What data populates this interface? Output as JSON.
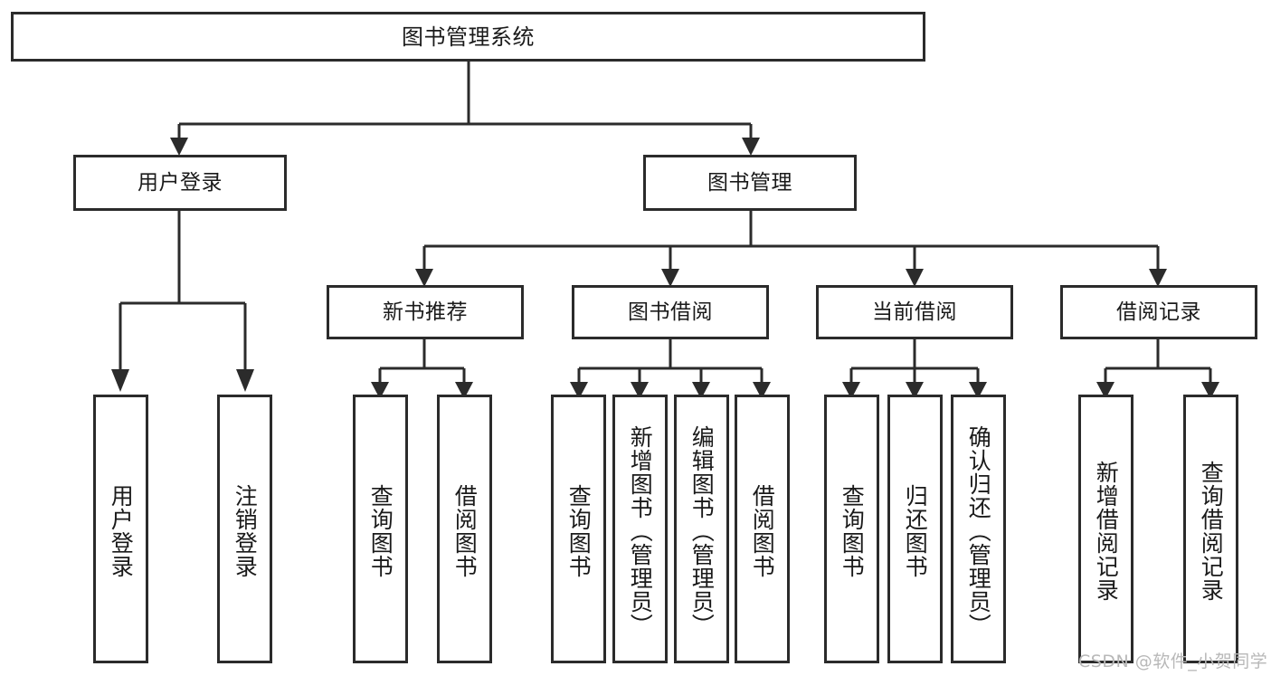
{
  "diagram": {
    "title": "图书管理系统",
    "root": {
      "label": "图书管理系统"
    },
    "level1": [
      {
        "label": "用户登录"
      },
      {
        "label": "图书管理"
      }
    ],
    "level2": [
      {
        "label": "新书推荐"
      },
      {
        "label": "图书借阅"
      },
      {
        "label": "当前借阅"
      },
      {
        "label": "借阅记录"
      }
    ],
    "leaves": {
      "user_login": [
        {
          "label": "用户登录"
        },
        {
          "label": "注销登录"
        }
      ],
      "new_book_recommend": [
        {
          "label": "查询图书"
        },
        {
          "label": "借阅图书"
        }
      ],
      "book_borrow": [
        {
          "label": "查询图书"
        },
        {
          "label": "新增图书（管理员）"
        },
        {
          "label": "编辑图书（管理员）"
        },
        {
          "label": "借阅图书"
        }
      ],
      "current_borrow": [
        {
          "label": "查询图书"
        },
        {
          "label": "归还图书"
        },
        {
          "label": "确认归还（管理员）"
        }
      ],
      "borrow_records": [
        {
          "label": "新增借阅记录"
        },
        {
          "label": "查询借阅记录"
        }
      ]
    }
  },
  "watermark": {
    "text": "CSDN @软件_小贺同学"
  },
  "colors": {
    "stroke": "#2b2b2b",
    "fill": "#ffffff",
    "text": "#1a1a1a",
    "watermark": "#b8b8b8"
  }
}
